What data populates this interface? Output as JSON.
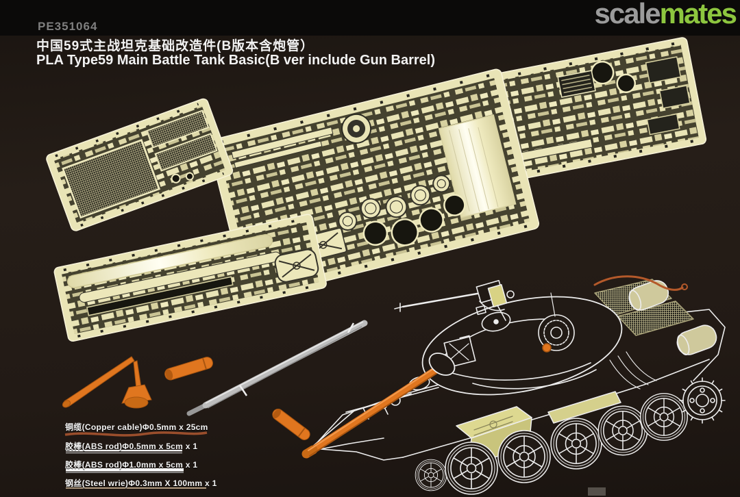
{
  "brand": {
    "name": "scalemates",
    "logo_scale": "scale",
    "logo_mates": "mates",
    "logo_scale_color": "#9b9b9b",
    "logo_mates_color": "#8dc63f"
  },
  "header": {
    "product_code": "PE351064",
    "title_zh": "中国59式主战坦克基础改造件(B版本含炮管）",
    "title_en": "PLA Type59 Main Battle Tank Basic(B ver include Gun Barrel)"
  },
  "materials": [
    {
      "label": "铜缆(Copper cable)Φ0.5mm x 25cm",
      "sample": "copper-cable"
    },
    {
      "label": "胶棒(ABS rod)Φ0.5mm x 5cm x 1",
      "sample": "abs-rod-thin"
    },
    {
      "label": "胶棒(ABS rod)Φ1.0mm x 5cm x 1",
      "sample": "abs-rod-thick"
    },
    {
      "label": "钢丝(Steel wrie)Φ0.3mm X 100mm x 1",
      "sample": "steel-wire"
    }
  ],
  "figure": {
    "type": "product montage",
    "depicts": [
      "four cream photo-etched brass frets arranged diagonally",
      "line drawing of PLA Type 59 tank with photo-etch parts highlighted in pale yellow",
      "orange turned gun barrel mounted on tank drawing",
      "grey metal gun barrel part",
      "orange ABS rod pieces and antenna base funnel",
      "copper tow cable on engine deck"
    ],
    "colors": {
      "background": "#211a15",
      "top_band": "#0b0a09",
      "fret_brass": "#e9e4b6",
      "fret_etch_dark": "#24231c",
      "accent_orange": "#e0761f",
      "tank_line": "#ededed",
      "highlight_yellow": "#d8d284",
      "copper": "#9a4e2c"
    }
  }
}
